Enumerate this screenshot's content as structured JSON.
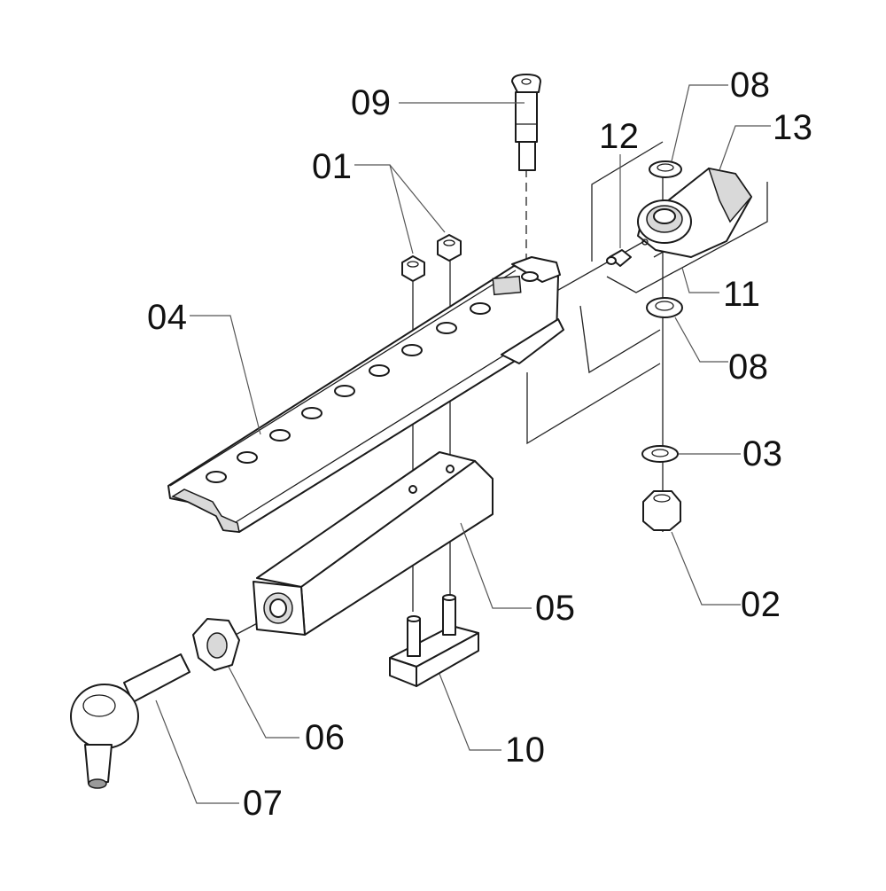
{
  "diagram": {
    "callouts": [
      {
        "id": "c01",
        "text": "01"
      },
      {
        "id": "c02",
        "text": "02"
      },
      {
        "id": "c03",
        "text": "03"
      },
      {
        "id": "c04",
        "text": "04"
      },
      {
        "id": "c05",
        "text": "05"
      },
      {
        "id": "c06",
        "text": "06"
      },
      {
        "id": "c07",
        "text": "07"
      },
      {
        "id": "c08a",
        "text": "08"
      },
      {
        "id": "c08b",
        "text": "08"
      },
      {
        "id": "c09",
        "text": "09"
      },
      {
        "id": "c10",
        "text": "10"
      },
      {
        "id": "c11",
        "text": "11"
      },
      {
        "id": "c12",
        "text": "12"
      },
      {
        "id": "c13",
        "text": "13"
      }
    ]
  }
}
